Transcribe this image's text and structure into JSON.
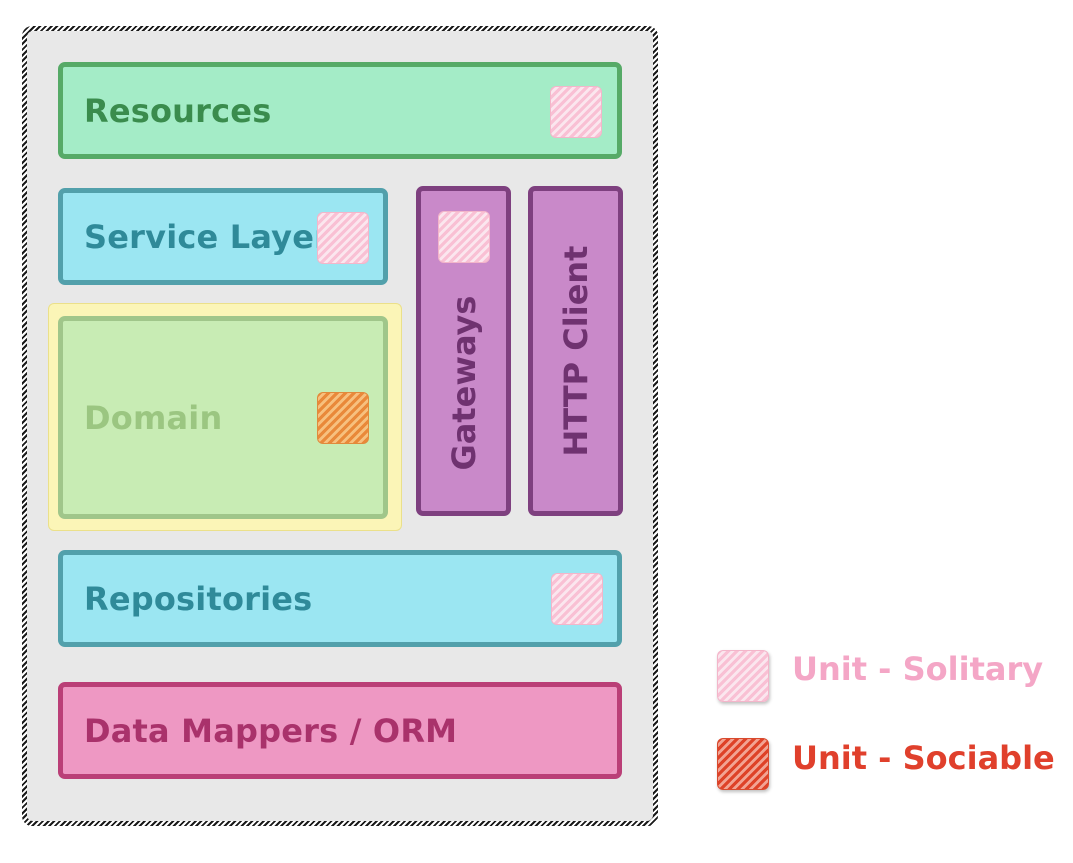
{
  "layers": {
    "resources": "Resources",
    "service_layer": "Service Layer",
    "domain": "Domain",
    "gateways": "Gateways",
    "http_client": "HTTP Client",
    "repositories": "Repositories",
    "data_mappers": "Data Mappers / ORM"
  },
  "legend": {
    "solitary": "Unit - Solitary",
    "sociable": "Unit - Sociable"
  },
  "colors": {
    "solitary_text": "#f4a6c6",
    "sociable_text": "#e0402c"
  }
}
